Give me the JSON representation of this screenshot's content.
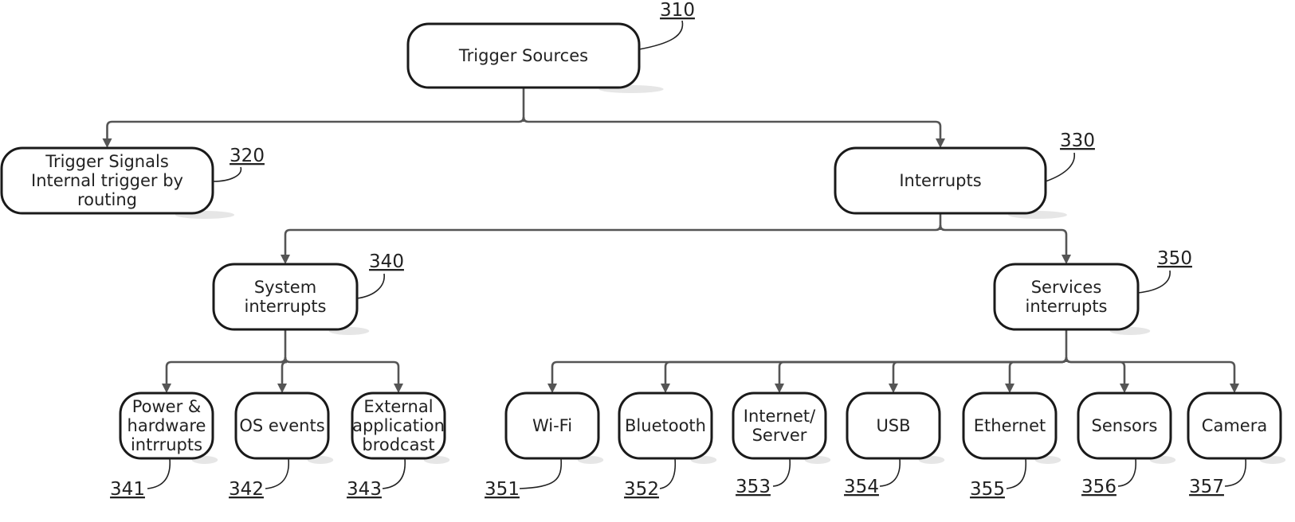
{
  "diagram": {
    "nodes": [
      {
        "id": "trigger-sources",
        "lines": [
          "Trigger Sources"
        ],
        "ref": "310"
      },
      {
        "id": "trigger-signals",
        "lines": [
          "Trigger Signals",
          "Internal trigger by",
          "routing"
        ],
        "ref": "320"
      },
      {
        "id": "interrupts",
        "lines": [
          "Interrupts"
        ],
        "ref": "330"
      },
      {
        "id": "system-interrupts",
        "lines": [
          "System",
          "interrupts"
        ],
        "ref": "340"
      },
      {
        "id": "services-interrupts",
        "lines": [
          "Services",
          "interrupts"
        ],
        "ref": "350"
      },
      {
        "id": "power-hardware",
        "lines": [
          "Power &",
          "hardware",
          "intrrupts"
        ],
        "ref": "341"
      },
      {
        "id": "os-events",
        "lines": [
          "OS events"
        ],
        "ref": "342"
      },
      {
        "id": "external-broadcast",
        "lines": [
          "External",
          "application",
          "brodcast"
        ],
        "ref": "343"
      },
      {
        "id": "wifi",
        "lines": [
          "Wi-Fi"
        ],
        "ref": "351"
      },
      {
        "id": "bluetooth",
        "lines": [
          "Bluetooth"
        ],
        "ref": "352"
      },
      {
        "id": "internet-server",
        "lines": [
          "Internet/",
          "Server"
        ],
        "ref": "353"
      },
      {
        "id": "usb",
        "lines": [
          "USB"
        ],
        "ref": "354"
      },
      {
        "id": "ethernet",
        "lines": [
          "Ethernet"
        ],
        "ref": "355"
      },
      {
        "id": "sensors",
        "lines": [
          "Sensors"
        ],
        "ref": "356"
      },
      {
        "id": "camera",
        "lines": [
          "Camera"
        ],
        "ref": "357"
      }
    ],
    "edges": [
      {
        "from": "trigger-sources",
        "to": "trigger-signals"
      },
      {
        "from": "trigger-sources",
        "to": "interrupts"
      },
      {
        "from": "interrupts",
        "to": "system-interrupts"
      },
      {
        "from": "interrupts",
        "to": "services-interrupts"
      },
      {
        "from": "system-interrupts",
        "to": "power-hardware"
      },
      {
        "from": "system-interrupts",
        "to": "os-events"
      },
      {
        "from": "system-interrupts",
        "to": "external-broadcast"
      },
      {
        "from": "services-interrupts",
        "to": "wifi"
      },
      {
        "from": "services-interrupts",
        "to": "bluetooth"
      },
      {
        "from": "services-interrupts",
        "to": "internet-server"
      },
      {
        "from": "services-interrupts",
        "to": "usb"
      },
      {
        "from": "services-interrupts",
        "to": "ethernet"
      },
      {
        "from": "services-interrupts",
        "to": "sensors"
      },
      {
        "from": "services-interrupts",
        "to": "camera"
      }
    ]
  }
}
